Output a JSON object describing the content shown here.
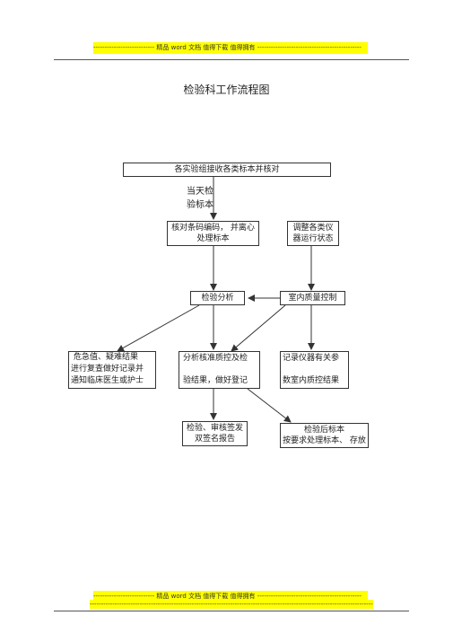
{
  "header": {
    "banner_text": "--------------------------- 精品 word 文档  值得下载  值得拥有 ----------------------------------------------"
  },
  "document": {
    "title": "检验科工作流程图"
  },
  "flowchart": {
    "nodes": {
      "receive": "各实验组接收各类标本并核对",
      "same_day": [
        "当天检",
        "验标本"
      ],
      "verify": [
        "核对条码编码，  并离心",
        "处理标本"
      ],
      "adjust": [
        "调整各类仪",
        "器运行状态"
      ],
      "analysis": "检验分析",
      "qc": "室内质量控制",
      "critical": [
        "危急值、疑难结果",
        "进行复查做好记录并",
        "通知临床医生或护士"
      ],
      "analyze": [
        "分析核准质控及检",
        "验结果，做好登记"
      ],
      "record": [
        "记录仪器有关参",
        "数室内质控结果"
      ],
      "review": [
        "检验、审核签发",
        "双签名报告"
      ],
      "after": [
        "检验后标本",
        "按要求处理标本、  存放"
      ]
    }
  },
  "footer": {
    "banner_text_1": "--------------------------- 精品 word 文档  值得下载  值得拥有 ----------------------------------------------",
    "banner_text_2": "------------------------------------------------------------------------------------------------------------------------------------"
  }
}
